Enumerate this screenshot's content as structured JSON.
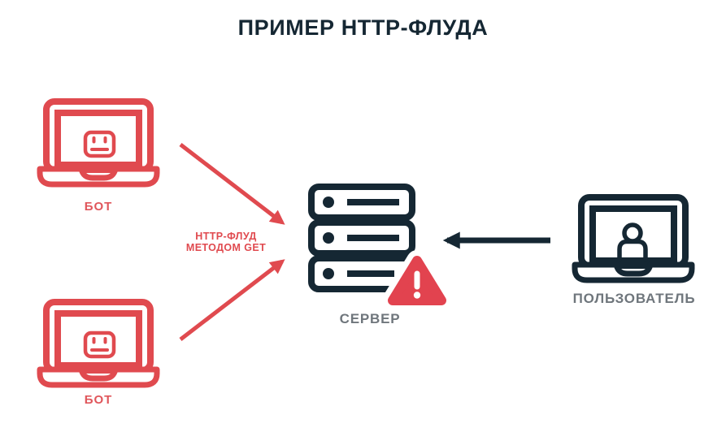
{
  "title": "ПРИМЕР HTTP-ФЛУДА",
  "flood_label": {
    "line1": "HTTP-ФЛУД",
    "line2": "МЕТОДОМ GET"
  },
  "nodes": {
    "bot_top": {
      "label": "БОТ"
    },
    "bot_bottom": {
      "label": "БОТ"
    },
    "server": {
      "label": "СЕРВЕР"
    },
    "user": {
      "label": "ПОЛЬЗОВАТЕЛЬ"
    }
  },
  "icons": {
    "bot_top": "bot-laptop-icon",
    "bot_bottom": "bot-laptop-icon",
    "server": "server-rack-icon",
    "server_warning": "warning-triangle-icon",
    "user": "user-laptop-icon"
  },
  "colors": {
    "attack_red": "#E04A4F",
    "label_red": "#E0565B",
    "warning_red": "#E2434F",
    "navy": "#152733",
    "label_gray": "#6F767C",
    "background": "#FFFFFF"
  }
}
